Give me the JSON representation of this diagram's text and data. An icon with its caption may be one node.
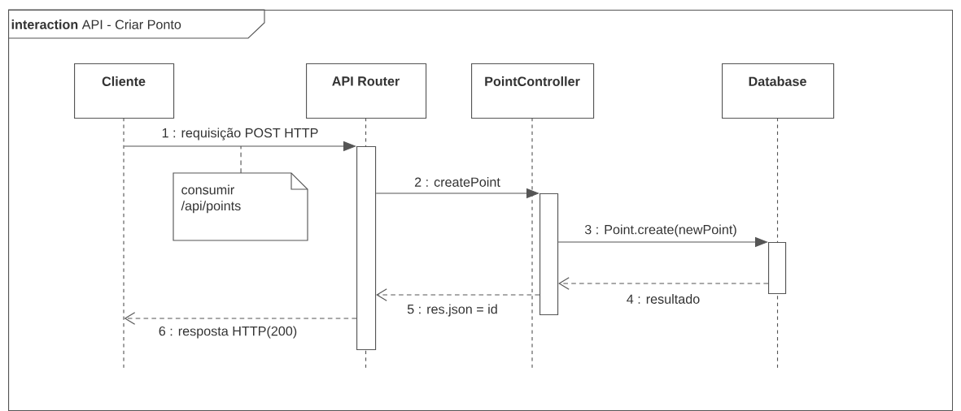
{
  "diagram": {
    "nodes": [
      {
        "text": [
          "**interaction** API - Criar Ponto"
        ]
      },
      {
        "text": [
          "Cliente"
        ],
        "in": 0
      },
      {
        "text": [
          "API Router"
        ],
        "in": 0
      },
      {
        "text": [
          "PointController"
        ],
        "in": 0
      },
      {
        "text": [
          "Database"
        ],
        "in": 0
      },
      {
        "text": [
          "consumir /api/points"
        ],
        "in": 0
      },
      {
        "text": [],
        "shape": "bar",
        "in": 2
      },
      {
        "text": [],
        "shape": "bar",
        "in": 3
      },
      {
        "text": [],
        "shape": "bar",
        "in": 4
      }
    ],
    "edges": [
      {
        "from": 1,
        "to": 6,
        "arrow": "to",
        "label": "1 : requisição POST HTTP"
      },
      {
        "from": 6,
        "to": 7,
        "arrow": "to",
        "label": "2 : createPoint"
      },
      {
        "from": 7,
        "to": 8,
        "arrow": "to",
        "label": "3 : Point.create(newPoint)"
      },
      {
        "from": 8,
        "to": 7,
        "arrow": "to",
        "label": "4 : resultado",
        "style": "dashed"
      },
      {
        "from": 7,
        "to": 6,
        "arrow": "to",
        "label": "5 : res.json = id",
        "style": "dashed"
      },
      {
        "from": 6,
        "to": 1,
        "arrow": "to",
        "label": "6 : resposta HTTP(200)",
        "style": "dashed"
      },
      {
        "from": 5,
        "to": null,
        "arrow": "none",
        "style": "dashed"
      }
    ]
  }
}
